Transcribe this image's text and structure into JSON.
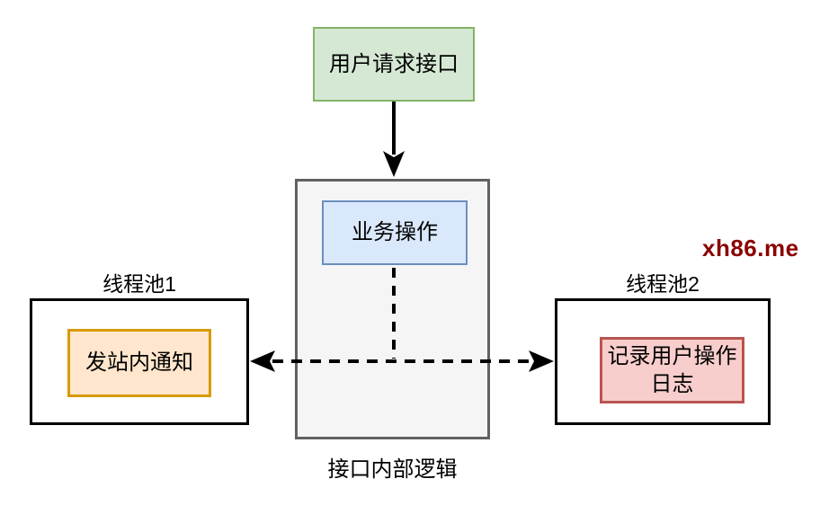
{
  "diagram": {
    "nodes": {
      "user_request": {
        "label": "用户请求接口",
        "fill": "#d5e8d4",
        "border": "#82b366"
      },
      "business_operation": {
        "label": "业务操作",
        "fill": "#dae8fc",
        "border": "#6c8ebf"
      }
    },
    "container": {
      "label": "接口内部逻辑",
      "fill": "#f5f5f5",
      "border": "#616161"
    },
    "thread_pool_1": {
      "title": "线程池1",
      "task": "发站内通知",
      "task_fill": "#ffe6cc",
      "task_border": "#d79b00"
    },
    "thread_pool_2": {
      "title": "线程池2",
      "task": "记录用户操作日志",
      "task_fill": "#f8cecc",
      "task_border": "#b85450"
    },
    "edges": [
      {
        "from": "user_request",
        "to": "interface_internal_logic",
        "style": "solid-arrow-down"
      },
      {
        "from": "business_operation",
        "to": "thread_pool_1",
        "style": "dashed-arrow-left"
      },
      {
        "from": "business_operation",
        "to": "thread_pool_2",
        "style": "dashed-arrow-right"
      }
    ],
    "watermark": {
      "text": "xh86.me",
      "color": "#8b0000"
    },
    "line_color": "#000000"
  }
}
